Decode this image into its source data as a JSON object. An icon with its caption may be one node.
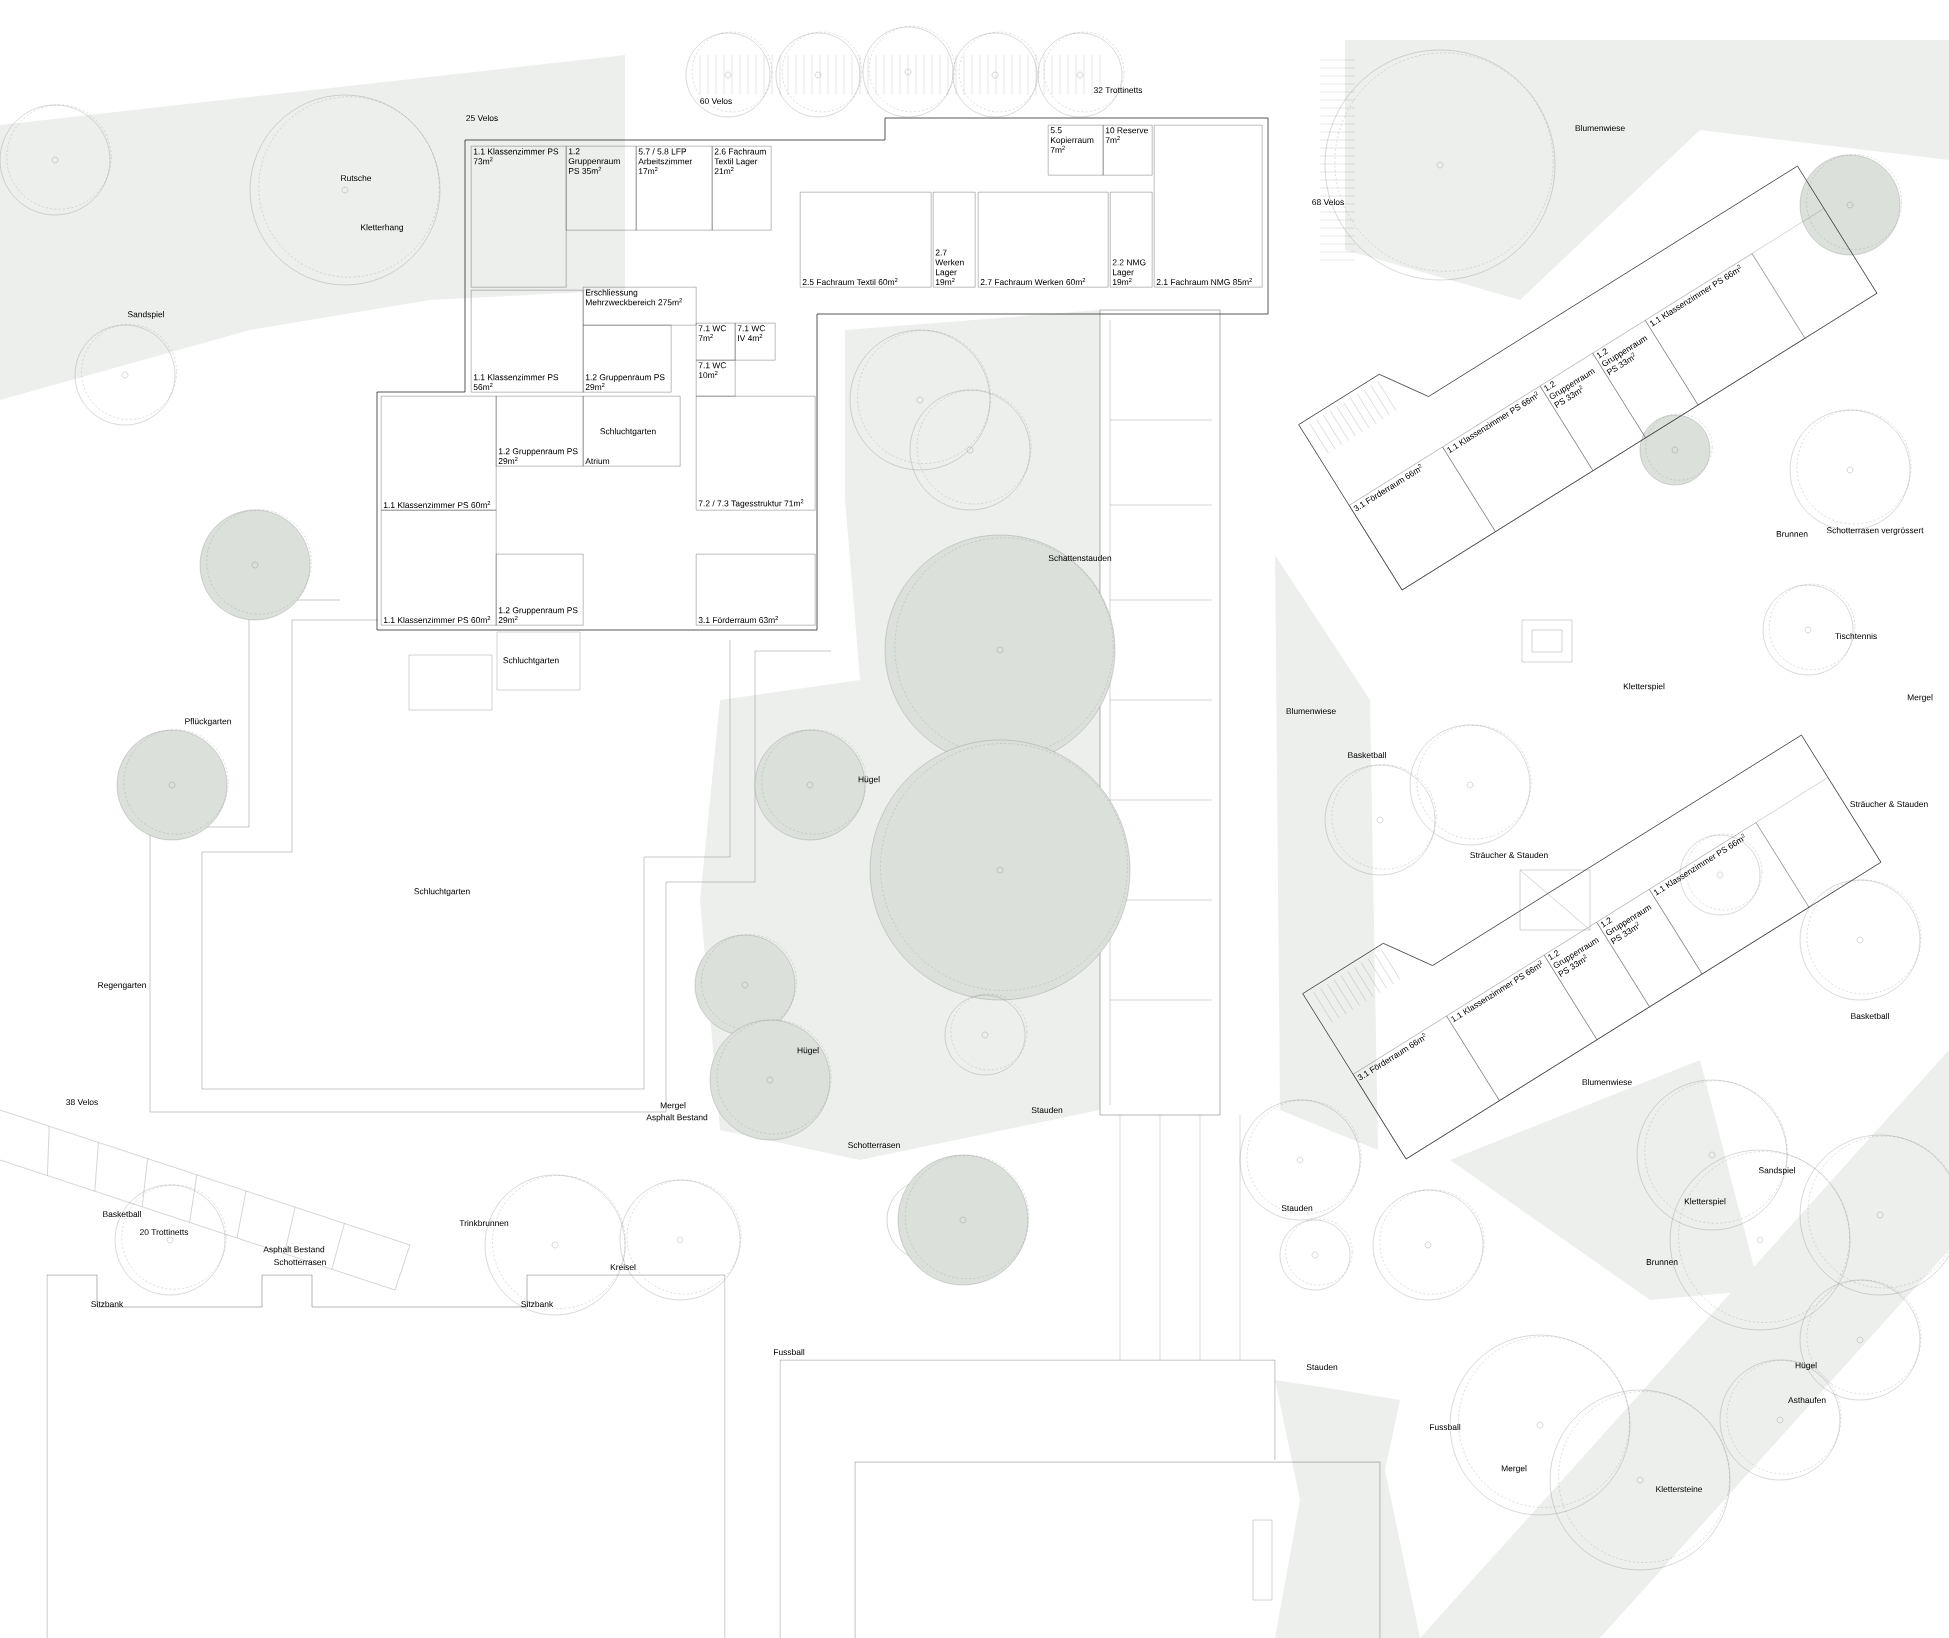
{
  "diagram": {
    "nodes": [
      {
        "text": [
          "1.1 Klassenzimmer PS 73m$^{2}$"
        ]
      },
      {
        "text": [
          "1.2 Gruppenraum PS 35m$^{2}$"
        ]
      },
      {
        "text": [
          "5.7 / 5.8 LFP Arbeitszimmer 17m$^{2}$"
        ]
      },
      {
        "text": [
          "2.6 Fachraum Textil Lager 21m$^{2}$"
        ]
      },
      {
        "text": [
          "5.5 Kopierraum 7m$^{2}$"
        ]
      },
      {
        "text": [
          "10 Reserve 7m$^{2}$"
        ]
      },
      {
        "text": [
          "2.5 Fachraum Textil 60m$^{2}$"
        ]
      },
      {
        "text": [
          "2.7 Werken Lager 19m$^{2}$"
        ]
      },
      {
        "text": [
          "2.7 Fachraum Werken 60m$^{2}$"
        ]
      },
      {
        "text": [
          "2.2 NMG Lager 19m$^{2}$"
        ]
      },
      {
        "text": [
          "2.1 Fachraum NMG 85m$^{2}$"
        ]
      },
      {
        "text": [
          "Erschliessung Mehrzweckbereich 275m$^{2}$"
        ]
      },
      {
        "text": [
          "1.1 Klassenzimmer PS 56m$^{2}$"
        ]
      },
      {
        "text": [
          "1.2 Gruppenraum PS 29m$^{2}$"
        ]
      },
      {
        "text": [
          "7.1 WC 7m$^{2}$"
        ]
      },
      {
        "text": [
          "7.1 WC IV 4m$^{2}$"
        ]
      },
      {
        "text": [
          "7.1 WC 10m$^{2}$"
        ]
      },
      {
        "text": [
          "1.1 Klassenzimmer PS 60m$^{2}$"
        ]
      },
      {
        "text": [
          "1.2 Gruppenraum PS 29m$^{2}$"
        ]
      },
      {
        "text": [
          "Atrium"
        ]
      },
      {
        "text": [
          "7.2 / 7.3 Tagesstruktur 71m$^{2}$"
        ]
      },
      {
        "text": [
          "1.1 Klassenzimmer PS 60m$^{2}$"
        ]
      },
      {
        "text": [
          "1.2 Gruppenraum PS 29m$^{2}$"
        ]
      },
      {
        "text": [
          "3.1 Förderraum 63m$^{2}$"
        ]
      },
      {
        "text": [
          "3.1 Förderraum 66m$^{2}$"
        ]
      },
      {
        "text": [
          "1.1 Klassenzimmer PS 66m$^{2}$"
        ]
      },
      {
        "text": [
          "1.2 Gruppenraum PS 33m$^{2}$"
        ]
      },
      {
        "text": [
          "1.2 Gruppenraum PS 33m$^{2}$"
        ]
      },
      {
        "text": [
          "1.1 Klassenzimmer PS 66m$^{2}$"
        ]
      },
      {
        "text": [
          "3.1 Förderraum 66m$^{2}$"
        ]
      },
      {
        "text": [
          "1.1 Klassenzimmer PS 66m$^{2}$"
        ]
      },
      {
        "text": [
          "1.2 Gruppenraum PS 33m$^{2}$"
        ]
      },
      {
        "text": [
          "1.2 Gruppenraum PS 33m$^{2}$"
        ]
      },
      {
        "text": [
          "1.1 Klassenzimmer PS 66m$^{2}$"
        ]
      }
    ],
    "labels": [
      "25 Velos",
      "Rutsche",
      "Kletterhang",
      "Sandspiel",
      "60 Velos",
      "32 Trottinetts",
      "68 Velos",
      "Blumenwiese",
      "Schluchtgarten",
      "Schattenstauden",
      "Brunnen",
      "Schotterrasen vergrössert",
      "Schluchtgarten",
      "Pflückgarten",
      "Kletterspiel",
      "Tischtennis",
      "Blumenwiese",
      "Basketball",
      "Mergel",
      "Sträucher & Stauden",
      "Hügel",
      "Sträucher & Stauden",
      "Schluchtgarten",
      "Regengarten",
      "Basketball",
      "Hügel",
      "Blumenwiese",
      "38 Velos",
      "Mergel",
      "Asphalt Bestand",
      "Schotterrasen",
      "Stauden",
      "Sandspiel",
      "Stauden",
      "Kletterspiel",
      "Brunnen",
      "Basketball",
      "20 Trottinetts",
      "Asphalt Bestand",
      "Schotterrasen",
      "Trinkbrunnen",
      "Kreisel",
      "Sitzbank",
      "Sitzbank",
      "Fussball",
      "Stauden",
      "Hügel",
      "Asthaufen",
      "Fussball",
      "Mergel",
      "Klettersteine"
    ]
  }
}
